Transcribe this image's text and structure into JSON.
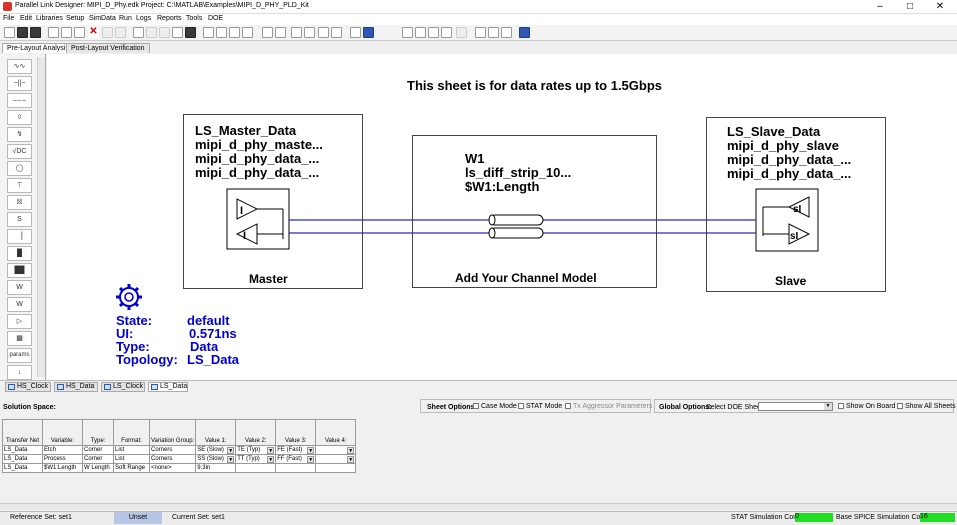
{
  "window": {
    "title": "Parallel Link Designer: MIPI_D_Phy.edk Project: C:\\MATLAB\\Examples\\MIPI_D_PHY_PLD_Kit"
  },
  "menu": [
    "File",
    "Edit",
    "Libraries",
    "Setup",
    "SimData",
    "Run",
    "Logs",
    "Reports",
    "Tools",
    "DOE"
  ],
  "view_tabs": [
    "Pre-Layout Analysis",
    "Post-Layout Verification"
  ],
  "palette": {
    "params_label": "params"
  },
  "canvas": {
    "heading": "This sheet is for data rates up to 1.5Gbps",
    "master": {
      "lines": [
        "LS_Master_Data",
        "mipi_d_phy_maste...",
        "mipi_d_phy_data_...",
        "mipi_d_phy_data_..."
      ],
      "label": "Master",
      "tx_glyph": "I"
    },
    "channel": {
      "lines": [
        "W1",
        "ls_diff_strip_10...",
        "$W1:Length"
      ],
      "label": "Add Your Channel Model"
    },
    "slave": {
      "lines": [
        "LS_Slave_Data",
        "mipi_d_phy_slave",
        "mipi_d_phy_data_...",
        "mipi_d_phy_data_..."
      ],
      "label": "Slave",
      "rx_glyph": "sI"
    },
    "info": {
      "state_label": "State:",
      "state_value": "default",
      "ui_label": "UI:",
      "ui_value": "0.571ns",
      "type_label": "Type:",
      "type_value": "Data",
      "topology_label": "Topology:",
      "topology_value": "LS_Data"
    }
  },
  "sheet_tabs": [
    "HS_Clock",
    "HS_Data",
    "LS_Clock",
    "LS_Data"
  ],
  "solution": {
    "title": "Solution Space:",
    "sheet_options_label": "Sheet Options:",
    "case_mode": "Case Mode",
    "stat_mode": "STAT Mode",
    "tx_aggressor": "Tx Aggressor Parameters",
    "global_options_label": "Global Options:",
    "doe_sheet_label": "Select DOE Sheet:",
    "show_on_board": "Show On Board",
    "show_all_sheets": "Show All Sheets",
    "headers": [
      "Transfer Net",
      "Variable:",
      "Type:",
      "Format:",
      "Variation Group:",
      "Value 1:",
      "Value 2:",
      "Value 3:",
      "Value 4:"
    ],
    "rows": [
      [
        "LS_Data",
        "Etch",
        "Corner",
        "List",
        "Corners",
        "SE (Slow)",
        "TE (Typ)",
        "FE (Fast)",
        ""
      ],
      [
        "LS_Data",
        "Process",
        "Corner",
        "List",
        "Corners",
        "SS (Slow)",
        "TT (Typ)",
        "FF (Fast)",
        ""
      ],
      [
        "LS_Data",
        "$W1:Length",
        "W Length",
        "Soft Range",
        "<none>",
        "9.3in",
        "",
        "",
        ""
      ]
    ]
  },
  "status": {
    "reference_set": "Reference Set: set1",
    "unset": "Unset",
    "current_set": "Current Set: set1",
    "stat_count": "STAT Simulation Count:",
    "stat_value": "0",
    "spice_count": "Base SPICE Simulation Count:",
    "spice_value": "16"
  },
  "colors": {
    "info_text": "#0000d0",
    "wire": "#2a2ab0",
    "count_bg": "#22dd22"
  }
}
